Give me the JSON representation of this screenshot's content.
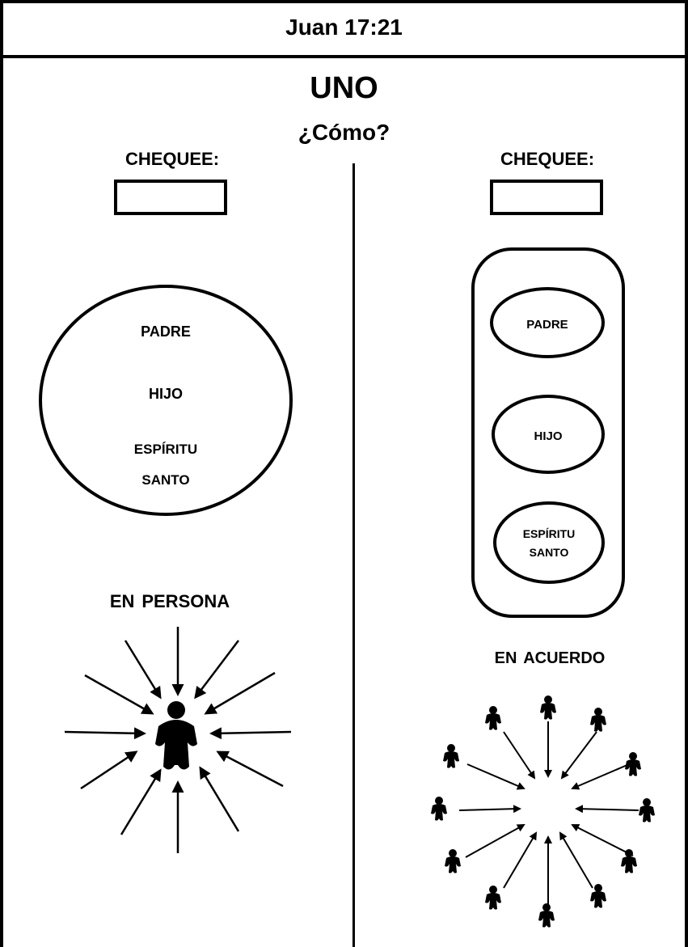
{
  "header": {
    "title": "Juan 17:21"
  },
  "main": {
    "title": "UNO",
    "subtitle": "¿Cómo?"
  },
  "left": {
    "check_label": "CHEQUEE:",
    "circle": {
      "item1": "Padre",
      "item2": "Hijo",
      "item3_line1": "Espíritu",
      "item3_line2": "Santo"
    },
    "caption": "En Persona"
  },
  "right": {
    "check_label": "CHEQUEE:",
    "ovals": {
      "padre": "Padre",
      "hijo": "Hijo",
      "espiritu_line1": "Espíritu",
      "espiritu_line2": "Santo"
    },
    "caption": "En Acuerdo"
  },
  "icons": {
    "left": "arrows-converging-on-single-person-icon",
    "right": "people-circle-arrows-toward-center-icon"
  }
}
